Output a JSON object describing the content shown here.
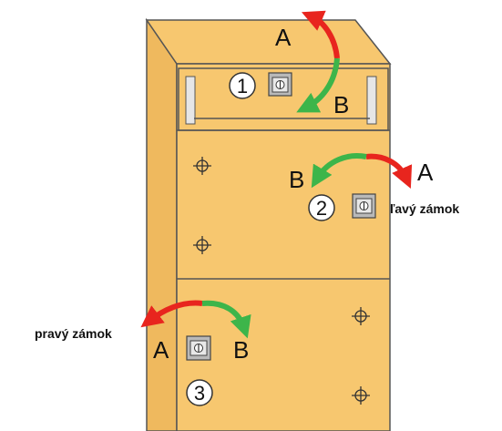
{
  "colors": {
    "cabinet_face": "#F7C76F",
    "cabinet_side": "#EFB95E",
    "outline": "#555555",
    "arrow_open": "#E8251E",
    "arrow_close": "#3DB54A",
    "lock_body": "#B9B9B9"
  },
  "drawer_lock": {
    "number": "1",
    "label_a": "A",
    "label_b": "B"
  },
  "upper_door_lock": {
    "number": "2",
    "label_a": "A",
    "label_b": "B",
    "caption": "ľavý zámok"
  },
  "lower_door_lock": {
    "number": "3",
    "label_a": "A",
    "label_b": "B",
    "caption": "pravý zámok"
  },
  "icons": [
    "lock-cylinder-icon",
    "mounting-hole-icon",
    "rotate-arrow-icon"
  ]
}
